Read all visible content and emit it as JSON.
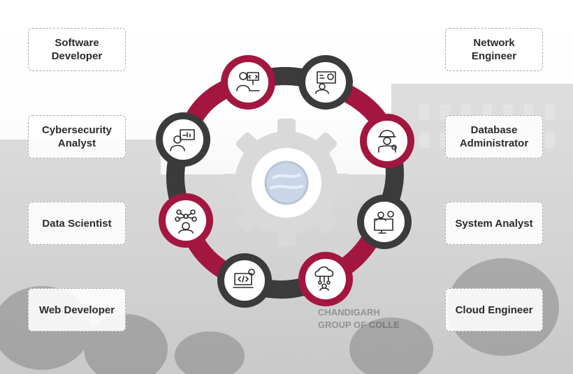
{
  "roles_left": [
    {
      "label": "Software Developer",
      "lines": [
        "Software",
        "Developer"
      ]
    },
    {
      "label": "Cybersecurity Analyst",
      "lines": [
        "Cybersecurity",
        "Analyst"
      ]
    },
    {
      "label": "Data Scientist",
      "lines": [
        "Data Scientist"
      ]
    },
    {
      "label": "Web Developer",
      "lines": [
        "Web Developer"
      ]
    }
  ],
  "roles_right": [
    {
      "label": "Network Engineer",
      "lines": [
        "Network Engineer"
      ]
    },
    {
      "label": "Database Administrator",
      "lines": [
        "Database",
        "Administrator"
      ]
    },
    {
      "label": "System Analyst",
      "lines": [
        "System Analyst"
      ]
    },
    {
      "label": "Cloud Engineer",
      "lines": [
        "Cloud Engineer"
      ]
    }
  ],
  "background_sign": {
    "line1": "CHANDIGARH",
    "line2": "GROUP OF COLLE"
  },
  "colors": {
    "crimson": "#a3163f",
    "charcoal": "#3b3b3b",
    "gear": "#d9d9d9"
  },
  "nodes": [
    {
      "icon": "software-developer-icon"
    },
    {
      "icon": "network-engineer-icon"
    },
    {
      "icon": "database-administrator-icon"
    },
    {
      "icon": "system-analyst-icon"
    },
    {
      "icon": "cloud-engineer-icon"
    },
    {
      "icon": "web-developer-icon"
    },
    {
      "icon": "data-scientist-icon"
    },
    {
      "icon": "cybersecurity-analyst-icon"
    }
  ]
}
